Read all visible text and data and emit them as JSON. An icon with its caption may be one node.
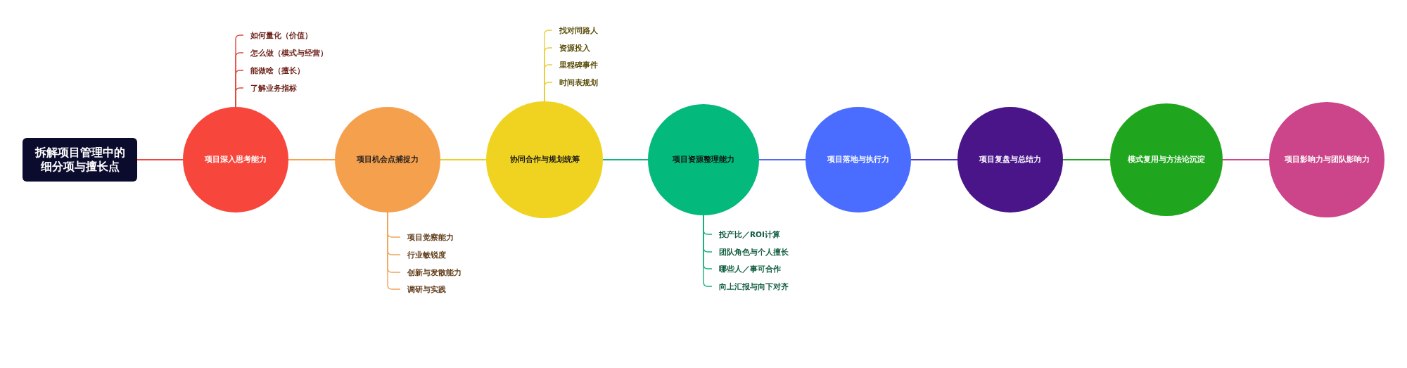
{
  "diagram": {
    "nodes": [
      {
        "text": [
          "拆解项目管理中的细分项与擅长点"
        ]
      },
      {
        "text": [
          "项目深入思考能力"
        ]
      },
      {
        "text": [
          "如何量化（价值）"
        ]
      },
      {
        "text": [
          "怎么做（模式与经营）"
        ]
      },
      {
        "text": [
          "能做啥（擅长）"
        ]
      },
      {
        "text": [
          "了解业务指标"
        ]
      },
      {
        "text": [
          "项目机会点捕捉力"
        ]
      },
      {
        "text": [
          "项目觉察能力"
        ]
      },
      {
        "text": [
          "行业敏锐度"
        ]
      },
      {
        "text": [
          "创新与发散能力"
        ]
      },
      {
        "text": [
          "调研与实践"
        ]
      },
      {
        "text": [
          "协同合作与规划统筹"
        ]
      },
      {
        "text": [
          "找对同路人"
        ]
      },
      {
        "text": [
          "资源投入"
        ]
      },
      {
        "text": [
          "里程碑事件"
        ]
      },
      {
        "text": [
          "时间表规划"
        ]
      },
      {
        "text": [
          "项目资源整理能力"
        ]
      },
      {
        "text": [
          "投产比／ROI计算"
        ]
      },
      {
        "text": [
          "团队角色与个人擅长"
        ]
      },
      {
        "text": [
          "哪些人／事可合作"
        ]
      },
      {
        "text": [
          "向上汇报与向下对齐"
        ]
      },
      {
        "text": [
          "项目落地与执行力"
        ]
      },
      {
        "text": [
          "项目复盘与总结力"
        ]
      },
      {
        "text": [
          "模式复用与方法论沉淀"
        ]
      },
      {
        "text": [
          "项目影响力与团队影响力"
        ]
      }
    ],
    "edges": [
      {
        "from": 0,
        "to": 1,
        "arrow": "none",
        "color": "#ea473e"
      },
      {
        "from": 1,
        "to": 2,
        "arrow": "none",
        "color": "#e0483f"
      },
      {
        "from": 1,
        "to": 3,
        "arrow": "none",
        "color": "#e0483f"
      },
      {
        "from": 1,
        "to": 4,
        "arrow": "none",
        "color": "#e0483f"
      },
      {
        "from": 1,
        "to": 5,
        "arrow": "none",
        "color": "#e0483f"
      },
      {
        "from": 1,
        "to": 6,
        "arrow": "none",
        "color": "#f3a250"
      },
      {
        "from": 6,
        "to": 7,
        "arrow": "none",
        "color": "#f0a55c"
      },
      {
        "from": 6,
        "to": 8,
        "arrow": "none",
        "color": "#f0a55c"
      },
      {
        "from": 6,
        "to": 9,
        "arrow": "none",
        "color": "#f0a55c"
      },
      {
        "from": 6,
        "to": 10,
        "arrow": "none",
        "color": "#f0a55c"
      },
      {
        "from": 6,
        "to": 11,
        "arrow": "none",
        "color": "#ecd02a"
      },
      {
        "from": 11,
        "to": 12,
        "arrow": "none",
        "color": "#e9ce3a"
      },
      {
        "from": 11,
        "to": 13,
        "arrow": "none",
        "color": "#e9ce3a"
      },
      {
        "from": 11,
        "to": 14,
        "arrow": "none",
        "color": "#e9ce3a"
      },
      {
        "from": 11,
        "to": 15,
        "arrow": "none",
        "color": "#e9ce3a"
      },
      {
        "from": 11,
        "to": 16,
        "arrow": "none",
        "color": "#11b47c"
      },
      {
        "from": 16,
        "to": 17,
        "arrow": "none",
        "color": "#16b07c"
      },
      {
        "from": 16,
        "to": 18,
        "arrow": "none",
        "color": "#16b07c"
      },
      {
        "from": 16,
        "to": 19,
        "arrow": "none",
        "color": "#16b07c"
      },
      {
        "from": 16,
        "to": 20,
        "arrow": "none",
        "color": "#16b07c"
      },
      {
        "from": 16,
        "to": 21,
        "arrow": "none",
        "color": "#4f6bf5"
      },
      {
        "from": 21,
        "to": 22,
        "arrow": "none",
        "color": "#4c3fc0"
      },
      {
        "from": 22,
        "to": 23,
        "arrow": "none",
        "color": "#22a322"
      },
      {
        "from": 23,
        "to": 24,
        "arrow": "none",
        "color": "#c9478a"
      }
    ]
  }
}
